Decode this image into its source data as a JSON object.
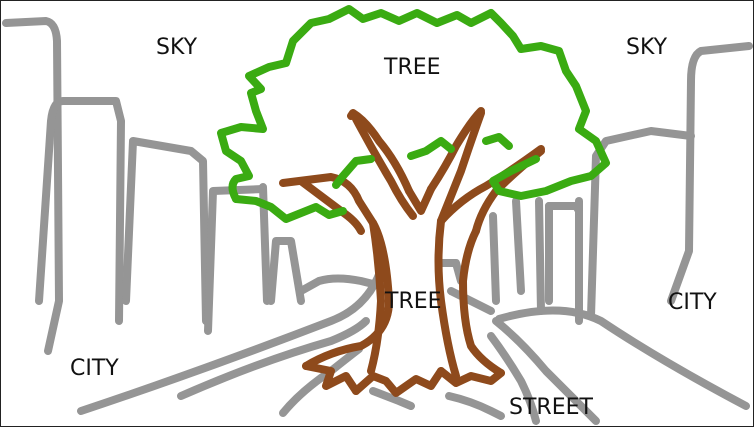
{
  "labels": {
    "sky_left": "SKY",
    "sky_right": "SKY",
    "tree_top": "TREE",
    "tree_mid": "TREE",
    "city_left": "CITY",
    "city_right": "CITY",
    "street": "STREET"
  },
  "colors": {
    "buildings": "#959595",
    "canopy": "#3aab12",
    "trunk": "#8e4a1c",
    "text": "#111111",
    "background": "#ffffff"
  }
}
